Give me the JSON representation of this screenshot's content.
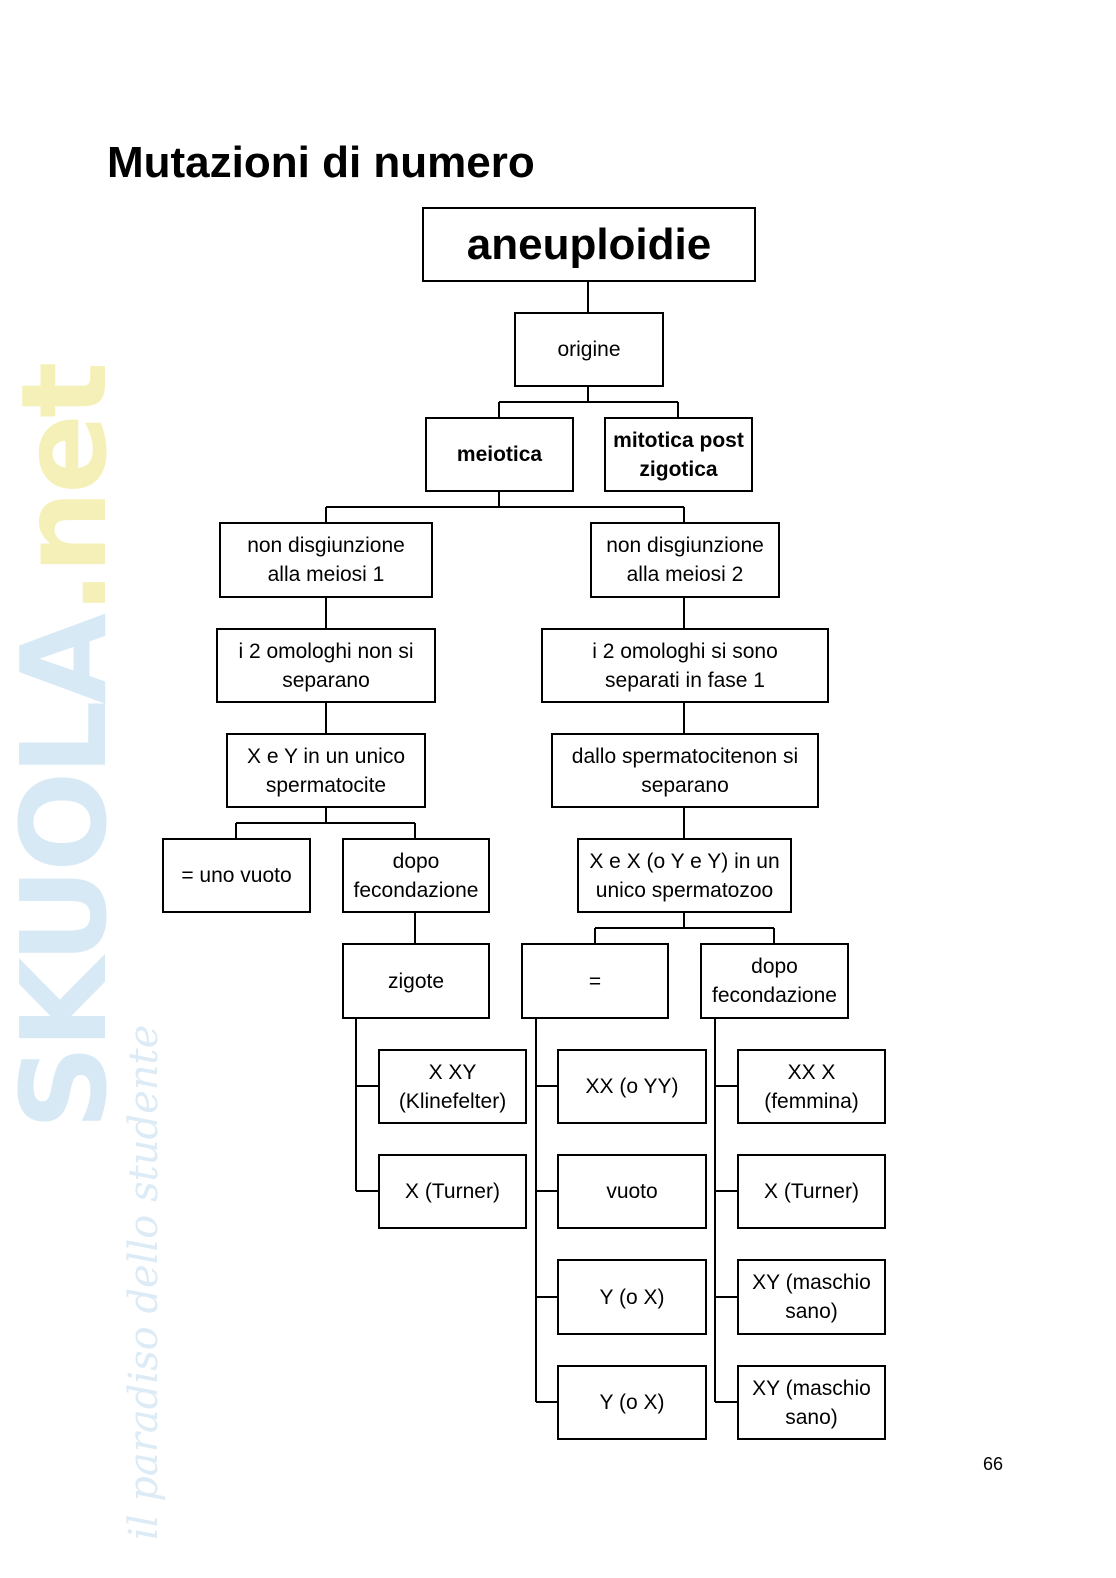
{
  "watermark": {
    "brand": "SKUOLA",
    "brand_suffix": ".net",
    "tagline": "il paradiso dello studente"
  },
  "title": "Mutazioni di numero",
  "nodes": {
    "root": "aneuploidie",
    "origine": "origine",
    "meiotica": "meiotica",
    "mitotica": "mitotica post\nzigotica",
    "nd1": "non disgiunzione\nalla meiosi 1",
    "nd2": "non disgiunzione\nalla meiosi 2",
    "omo1": "i 2 omologhi non si\nseparano",
    "omo2": "i 2 omologhi si sono\nseparati in fase 1",
    "xy1": "X e Y in un unico\nspermatocite",
    "sperm2": "dallo spermatocitenon si\nseparano",
    "vuoto1": "= uno vuoto",
    "dopo1": "dopo\nfecondazione",
    "xx2": "X e X (o Y e Y) in un\nunico spermatozoo",
    "zigote": "zigote",
    "eq": "=",
    "dopo2": "dopo\nfecondazione",
    "klin": "X XY\n(Klinefelter)",
    "turner1": "X (Turner)",
    "m1": "XX (o YY)",
    "m2": "vuoto",
    "m3": "Y (o X)",
    "m4": "Y (o X)",
    "r1": "XX X\n(femmina)",
    "r2": "X (Turner)",
    "r3": "XY (maschio\nsano)",
    "r4": "XY (maschio\nsano)"
  },
  "page_number": "66"
}
